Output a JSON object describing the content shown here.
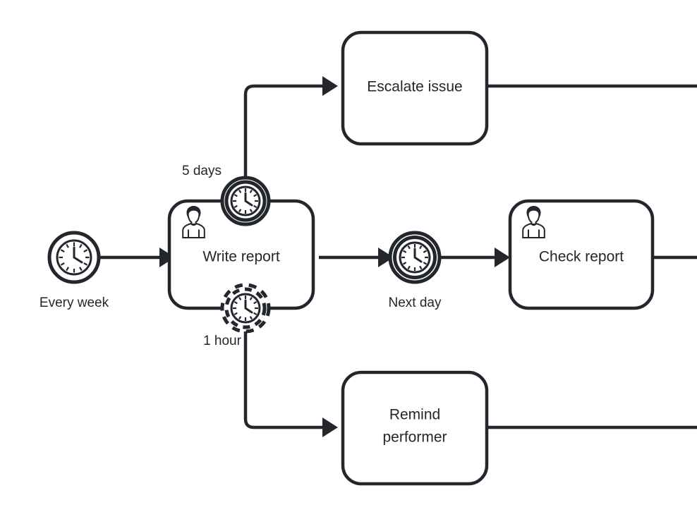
{
  "diagram": {
    "type": "bpmn-process-diagram",
    "title": "",
    "stroke_color": "#23262d",
    "background_color": "#ffffff",
    "nodes": [
      {
        "id": "start-event",
        "kind": "start-timer-event",
        "icon": "clock-icon",
        "label": "Every week",
        "label_position": "below"
      },
      {
        "id": "task-write-report",
        "kind": "user-task",
        "icon": "user-icon",
        "label": "Write report"
      },
      {
        "id": "boundary-5-days",
        "kind": "boundary-timer-event-interrupting",
        "icon": "clock-icon",
        "label": "5 days",
        "label_position": "left",
        "interrupting": true
      },
      {
        "id": "boundary-1-hour",
        "kind": "boundary-timer-event-non-interrupting",
        "icon": "clock-icon",
        "label": "1 hour",
        "label_position": "left",
        "interrupting": false
      },
      {
        "id": "task-escalate-issue",
        "kind": "task",
        "icon": null,
        "label": "Escalate issue"
      },
      {
        "id": "intermediate-next-day",
        "kind": "intermediate-timer-event",
        "icon": "clock-icon",
        "label": "Next day",
        "label_position": "below"
      },
      {
        "id": "task-check-report",
        "kind": "user-task",
        "icon": "user-icon",
        "label": "Check report"
      },
      {
        "id": "task-remind-performer",
        "kind": "task",
        "icon": null,
        "label_line1": "Remind",
        "label_line2": "performer"
      }
    ],
    "flows": [
      {
        "id": "flow-start-to-write",
        "from": "start-event",
        "to": "task-write-report",
        "arrow": true
      },
      {
        "id": "flow-5days-to-escalate",
        "from": "boundary-5-days",
        "to": "task-escalate-issue",
        "arrow": true
      },
      {
        "id": "flow-1hour-to-remind",
        "from": "boundary-1-hour",
        "to": "task-remind-performer",
        "arrow": true
      },
      {
        "id": "flow-write-to-nextday",
        "from": "task-write-report",
        "to": "intermediate-next-day",
        "arrow": true
      },
      {
        "id": "flow-nextday-to-check",
        "from": "intermediate-next-day",
        "to": "task-check-report",
        "arrow": true
      },
      {
        "id": "flow-escalate-out",
        "from": "task-escalate-issue",
        "to": "offscreen-right",
        "arrow": false
      },
      {
        "id": "flow-check-out",
        "from": "task-check-report",
        "to": "offscreen-right",
        "arrow": false
      },
      {
        "id": "flow-remind-out",
        "from": "task-remind-performer",
        "to": "offscreen-right",
        "arrow": false
      }
    ]
  }
}
